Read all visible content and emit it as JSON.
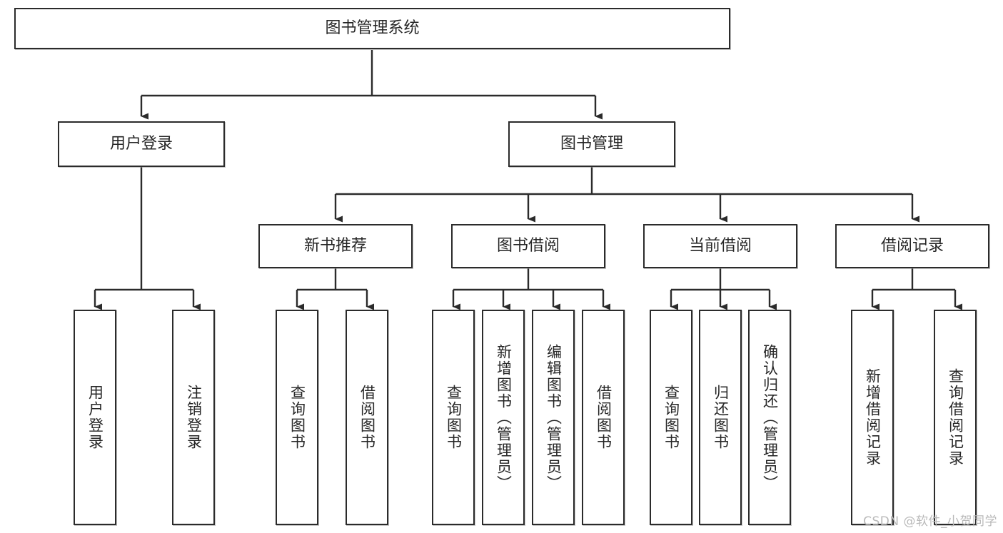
{
  "diagram": {
    "title": "图书管理系统",
    "watermark": "CSDN @软件_小贺同学",
    "line_color": "#2b2b2b",
    "box_fill": "#ffffff",
    "text_color": "#262626",
    "nodes": {
      "root": {
        "label": "图书管理系统"
      },
      "level2": [
        {
          "id": "user-login",
          "label": "用户登录"
        },
        {
          "id": "book-management",
          "label": "图书管理"
        }
      ],
      "level3": [
        {
          "id": "new-book-recommend",
          "label": "新书推荐"
        },
        {
          "id": "book-borrow",
          "label": "图书借阅"
        },
        {
          "id": "current-borrow",
          "label": "当前借阅"
        },
        {
          "id": "borrow-record",
          "label": "借阅记录"
        }
      ],
      "leaves": {
        "user_login": [
          {
            "id": "leaf-user-login",
            "label": "用户登录"
          },
          {
            "id": "leaf-logout-login",
            "label": "注销登录"
          }
        ],
        "new_book_recommend": [
          {
            "id": "leaf-query-book-1",
            "label": "查询图书"
          },
          {
            "id": "leaf-borrow-book-1",
            "label": "借阅图书"
          }
        ],
        "book_borrow": [
          {
            "id": "leaf-query-book-2",
            "label": "查询图书"
          },
          {
            "id": "leaf-add-book",
            "label": "新增图书（管理员）"
          },
          {
            "id": "leaf-edit-book",
            "label": "编辑图书（管理员）"
          },
          {
            "id": "leaf-borrow-book-2",
            "label": "借阅图书"
          }
        ],
        "current_borrow": [
          {
            "id": "leaf-query-book-3",
            "label": "查询图书"
          },
          {
            "id": "leaf-return-book",
            "label": "归还图书"
          },
          {
            "id": "leaf-confirm-return",
            "label": "确认归还（管理员）"
          }
        ],
        "borrow_record": [
          {
            "id": "leaf-add-record",
            "label": "新增借阅记录"
          },
          {
            "id": "leaf-query-record",
            "label": "查询借阅记录"
          }
        ]
      }
    }
  }
}
